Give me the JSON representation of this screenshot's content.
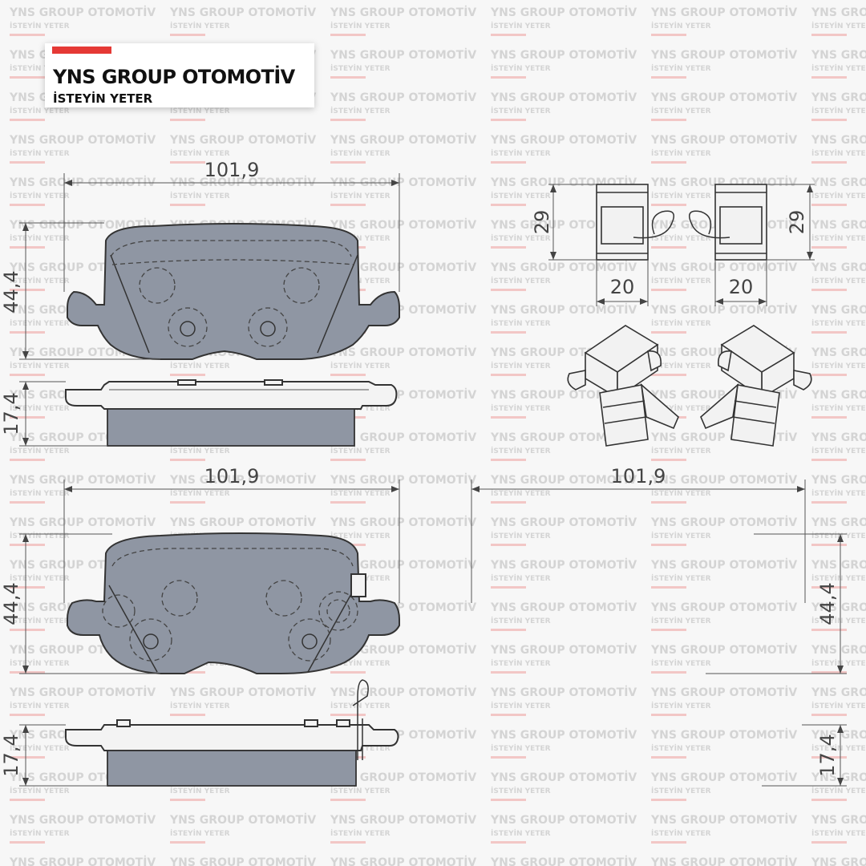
{
  "logo": {
    "title": "YNS GROUP OTOMOTİV",
    "tagline": "İSTEYİN YETER",
    "accent_color": "#e53935"
  },
  "watermark": {
    "line1": "YNS GROUP OTOMOTİV",
    "line2": "İSTEYİN YETER"
  },
  "dimensions": {
    "top_pad_width": "101,9",
    "top_pad_height": "44,4",
    "top_pad_thickness": "17,4",
    "clip_left_height": "29",
    "clip_right_height": "29",
    "clip_left_width": "20",
    "clip_right_width": "20",
    "bottom_left_pad_width": "101,9",
    "bottom_left_pad_height": "44,4",
    "bottom_left_pad_thickness": "17,4",
    "bottom_right_pad_width": "101,9",
    "bottom_right_pad_height": "44,4",
    "bottom_right_pad_thickness": "17,4"
  }
}
